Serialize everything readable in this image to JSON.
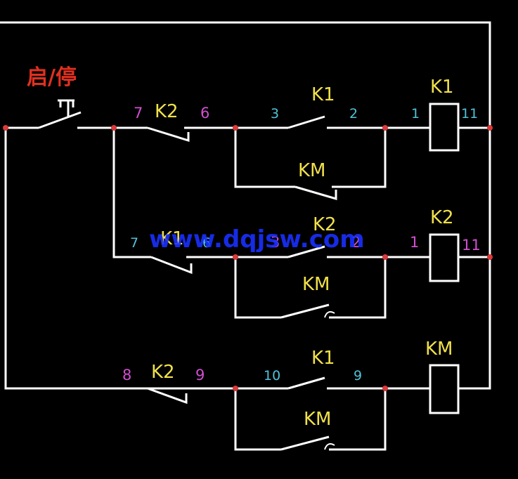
{
  "colors": {
    "background": "#000000",
    "wire": "#ffffff",
    "node": "#d93a3a",
    "contact_label": "#f0e04a",
    "terminal_cyan": "#4fc3d9",
    "terminal_magenta": "#d24fd2",
    "start_stop_label": "#e03020",
    "watermark": "#1a30ff"
  },
  "switch": {
    "label": "启/停"
  },
  "rung1": {
    "contact_k2": "K2",
    "t7": "7",
    "t6": "6",
    "contact_k1": "K1",
    "t3": "3",
    "t2": "2",
    "aux_km": "KM",
    "coil": "K1",
    "coil_t1": "1",
    "coil_t11": "11"
  },
  "rung2": {
    "contact_k1": "K1",
    "t7": "7",
    "t6": "6",
    "contact_k2": "K2",
    "t3": "3",
    "t2": "2",
    "aux_km": "KM",
    "coil": "K2",
    "coil_t1": "1",
    "coil_t11": "11"
  },
  "rung3": {
    "contact_k2": "K2",
    "t8": "8",
    "t9a": "9",
    "contact_k1": "K1",
    "t10": "10",
    "t9b": "9",
    "aux_km": "KM",
    "coil": "KM"
  },
  "watermark": "www.dqjsw.com"
}
